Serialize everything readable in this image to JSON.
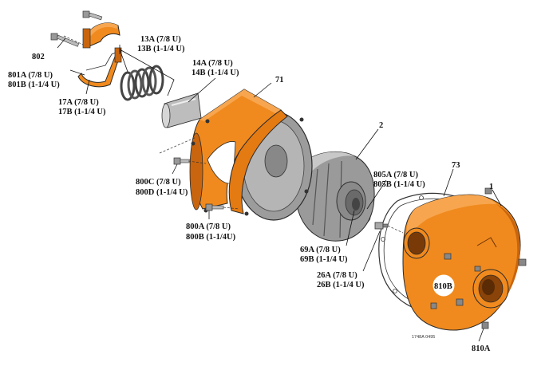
{
  "labels": {
    "l802": "802",
    "l801a": "801A (7/8 U)",
    "l801b": "801B (1-1/4 U)",
    "l13a": "13A (7/8 U)",
    "l13b": "13B (1-1/4 U)",
    "l14a": "14A (7/8 U)",
    "l14b": "14B (1-1/4 U)",
    "l17a": "17A (7/8 U)",
    "l17b": "17B (1-1/4 U)",
    "l71": "71",
    "l2": "2",
    "l800c": "800C (7/8 U)",
    "l800d": "800D (1-1/4 U)",
    "l800a": "800A (7/8 U)",
    "l800b": "800B (1-1/4U)",
    "l805a": "805A (7/8 U)",
    "l805b": "805B (1-1/4 U)",
    "l73": "73",
    "l1": "1",
    "l69a": "69A (7/8 U)",
    "l69b": "69B (1-1/4 U)",
    "l26a": "26A (7/8 U)",
    "l26b": "26B (1-1/4 U)",
    "l810b": "810B",
    "l810a": "810A",
    "code": "1748A 0495"
  },
  "colors": {
    "orange": "#f08a1e",
    "orange_dark": "#c9650e",
    "gray": "#9a9a9a",
    "gray_dark": "#6a6a6a",
    "gray_light": "#c8c8c8"
  }
}
